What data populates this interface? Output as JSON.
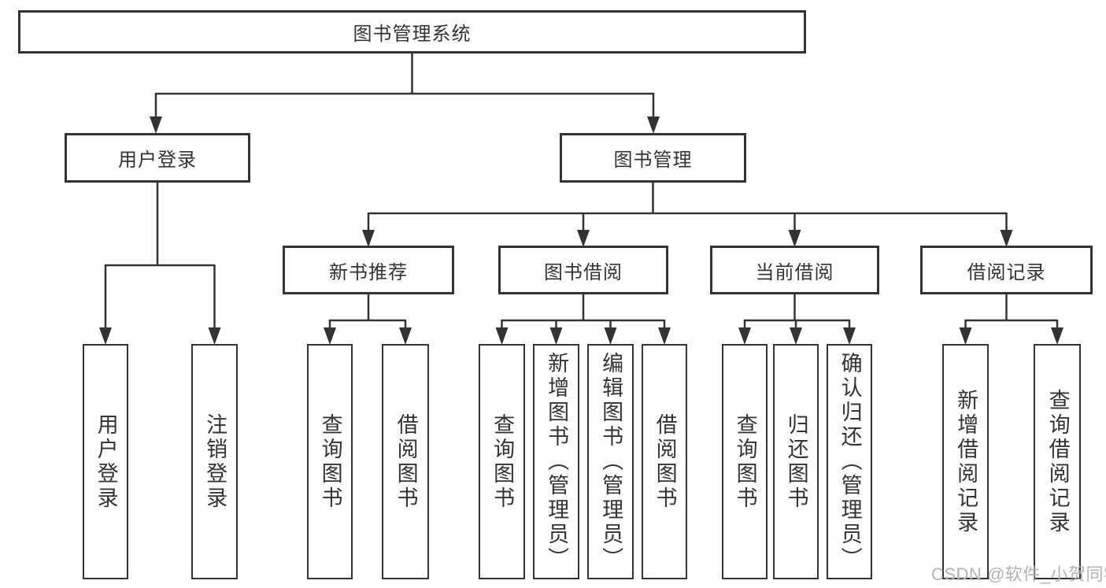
{
  "colors": {
    "line": "#333333",
    "box_border": "#333333",
    "box_fill": "#ffffff",
    "text": "#333333",
    "watermark": "#b3b3b3",
    "background": "#ffffff"
  },
  "diagram": {
    "root": {
      "label": "图书管理系统"
    },
    "level2": [
      {
        "label": "用户登录"
      },
      {
        "label": "图书管理"
      }
    ],
    "level3": [
      {
        "label": "新书推荐"
      },
      {
        "label": "图书借阅"
      },
      {
        "label": "当前借阅"
      },
      {
        "label": "借阅记录"
      }
    ],
    "leaves": {
      "login": [
        {
          "label": "用户登录"
        },
        {
          "label": "注销登录"
        }
      ],
      "recommend": [
        {
          "label": "查询图书"
        },
        {
          "label": "借阅图书"
        }
      ],
      "borrow": [
        {
          "label": "查询图书"
        },
        {
          "label": "新增图书（管理员）"
        },
        {
          "label": "编辑图书（管理员）"
        },
        {
          "label": "借阅图书"
        }
      ],
      "current": [
        {
          "label": "查询图书"
        },
        {
          "label": "归还图书"
        },
        {
          "label": "确认归还（管理员）"
        }
      ],
      "records": [
        {
          "label": "新增借阅记录"
        },
        {
          "label": "查询借阅记录"
        }
      ]
    }
  },
  "watermark": {
    "text": "CSDN @软件_小贺同学"
  }
}
